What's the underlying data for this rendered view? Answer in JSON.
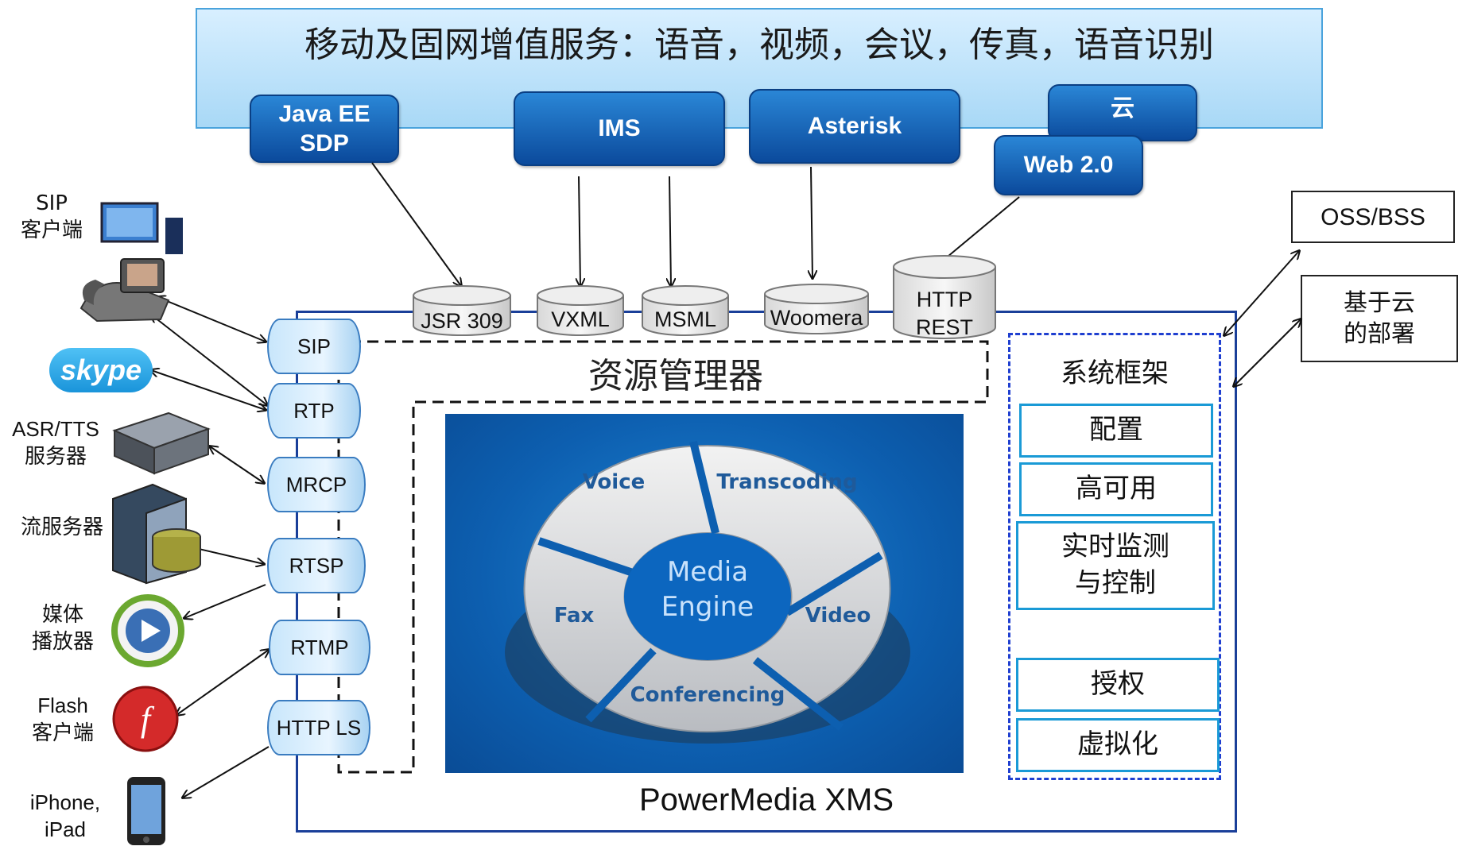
{
  "banner": {
    "title": "移动及固网增值服务：语音，视频，会议，传真，语音识别",
    "services": [
      "Java EE\nSDP",
      "IMS",
      "Asterisk",
      "云",
      "Web 2.0"
    ]
  },
  "interfaces": [
    "JSR 309",
    "VXML",
    "MSML",
    "Woomera",
    "HTTP\nREST"
  ],
  "protocols": [
    "SIP",
    "RTP",
    "MRCP",
    "RTSP",
    "RTMP",
    "HTTP LS"
  ],
  "clients": {
    "sip": "SIP\n客户端",
    "skype": "skype",
    "asr": "ASR/TTS\n服务器",
    "stream": "流服务器",
    "media": "媒体\n播放器",
    "flash": "Flash\n客户端",
    "iphone": "iPhone,\niPad"
  },
  "resource_manager": "资源管理器",
  "engine": {
    "center": "Media\nEngine",
    "segments": [
      "Voice",
      "Transcoding",
      "Video",
      "Conferencing",
      "Fax"
    ]
  },
  "framework": {
    "title": "系统框架",
    "items": [
      "配置",
      "高可用",
      "实时监测\n与控制",
      "授权",
      "虚拟化"
    ]
  },
  "external": [
    "OSS/BSS",
    "基于云\n的部署"
  ],
  "product_name": "PowerMedia XMS",
  "colors": {
    "pill": "#0b4a9c",
    "frame": "#1a3f99",
    "framework": "#1f3fd0",
    "engine": "#0d5fb0"
  }
}
